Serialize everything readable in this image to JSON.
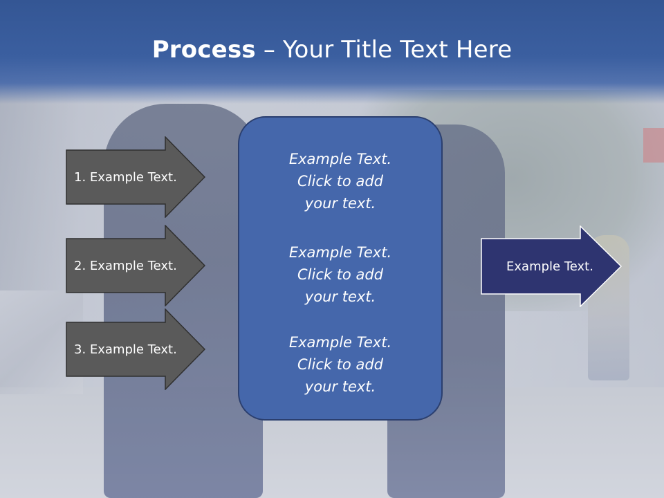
{
  "slide": {
    "title_bold": "Process",
    "title_rest": " – Your Title Text Here"
  },
  "left_steps": [
    {
      "label": "1. Example Text."
    },
    {
      "label": "2. Example Text."
    },
    {
      "label": "3. Example Text."
    }
  ],
  "center_box": {
    "items": [
      {
        "line1": "Example Text.",
        "line2": "Click  to add",
        "line3": "your text."
      },
      {
        "line1": "Example Text.",
        "line2": "Click  to add",
        "line3": "your text."
      },
      {
        "line1": "Example Text.",
        "line2": "Click  to add",
        "line3": "your text."
      }
    ]
  },
  "right_arrow": {
    "label": "Example Text."
  },
  "colors": {
    "title_band": "#3b5fa0",
    "step_arrow_fill": "#5a5a5a",
    "center_box_fill": "#4567ab",
    "right_arrow_fill": "#2e3470"
  }
}
